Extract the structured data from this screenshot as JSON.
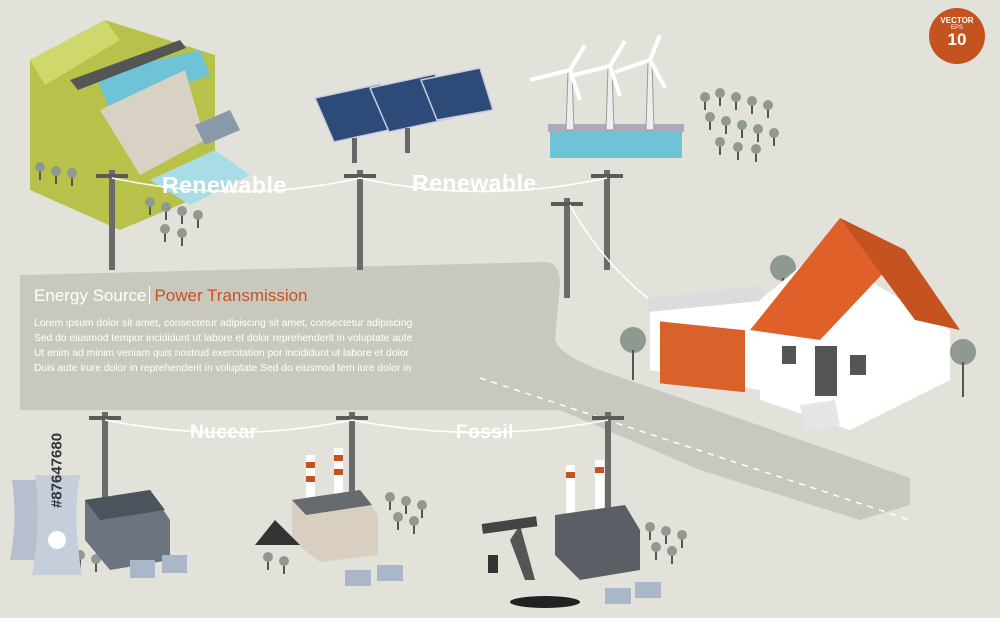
{
  "flow_labels": {
    "renewable_1": "Renewable",
    "renewable_2": "Renewable",
    "nuclear": "Nucear",
    "fossil": "Fossil"
  },
  "info_panel": {
    "title_left": "Energy Source",
    "title_right": "Power Transmission",
    "lines": [
      "Lorem ipsum dolor sit amet, consectetur adipiscing sit amet, consectetur adipiscing",
      "Sed do eiusmod tempor incididunt ut labore et dolor  reprehenderit in voluptate aute",
      "Ut enim ad minim veniam quis nostrud exercitation por incididunt ut labore et dolor",
      "Duis aute irure dolor in reprehenderit in voluptate  Sed do eiusmod tem iure dolor in"
    ]
  },
  "badge": {
    "vector": "VECTOR",
    "eps": "EPS",
    "version": "10"
  },
  "stock_id": "#87647680",
  "colors": {
    "background": "#e3e2da",
    "road": "#c9c8bf",
    "accent_orange": "#c4531f",
    "grass_green": "#a9b63c",
    "solar_blue": "#2e4a78",
    "water_blue": "#6fc3d6"
  },
  "icons": [
    "hydro-dam-icon",
    "solar-panel-icon",
    "wind-turbine-icon",
    "house-icon",
    "nuclear-plant-icon",
    "coal-plant-icon",
    "oil-pump-icon",
    "power-pole-icon",
    "tree-icon"
  ]
}
